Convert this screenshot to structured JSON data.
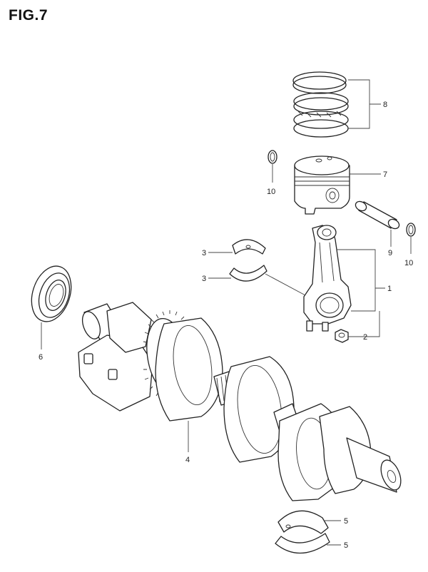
{
  "figure": {
    "title": "FIG.7"
  },
  "callouts": {
    "c1": "1",
    "c2": "2",
    "c3a": "3",
    "c3b": "3",
    "c4": "4",
    "c5a": "5",
    "c5b": "5",
    "c6": "6",
    "c7": "7",
    "c8": "8",
    "c9": "9",
    "c10a": "10",
    "c10b": "10"
  }
}
